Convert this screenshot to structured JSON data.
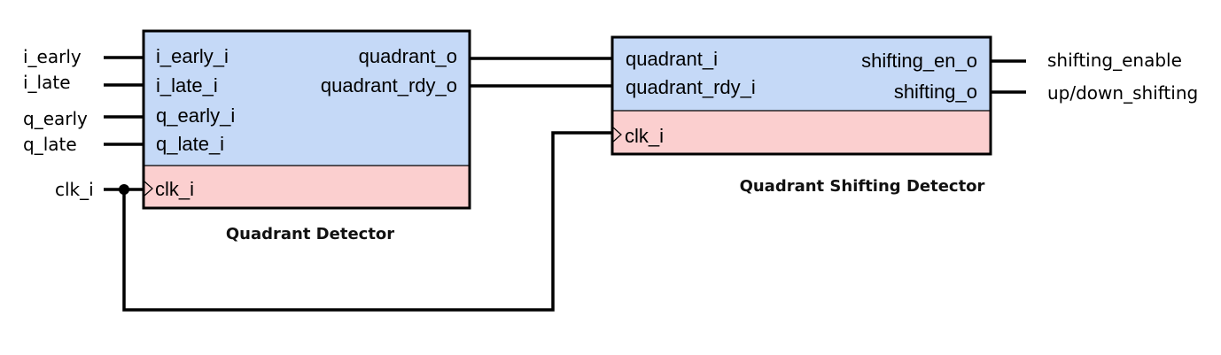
{
  "inputs": {
    "i_early": "i_early",
    "i_late": "i_late",
    "q_early": "q_early",
    "q_late": "q_late",
    "clk_i": "clk_i"
  },
  "quadrant_detector": {
    "title": "Quadrant Detector",
    "in_ports": [
      "i_early_i",
      "i_late_i",
      "q_early_i",
      "q_late_i"
    ],
    "out_ports": [
      "quadrant_o",
      "quadrant_rdy_o"
    ],
    "clock_port": "clk_i"
  },
  "quadrant_shifting_detector": {
    "title": "Quadrant Shifting Detector",
    "in_ports": [
      "quadrant_i",
      "quadrant_rdy_i"
    ],
    "out_ports": [
      "shifting_en_o",
      "shifting_o"
    ],
    "clock_port": "clk_i"
  },
  "outputs": {
    "shifting_enable": "shifting_enable",
    "up_down_shifting": "up/down_shifting"
  },
  "colors": {
    "io_region": "#c5d9f7",
    "clock_region": "#fbcfcf",
    "stroke": "#000000"
  }
}
